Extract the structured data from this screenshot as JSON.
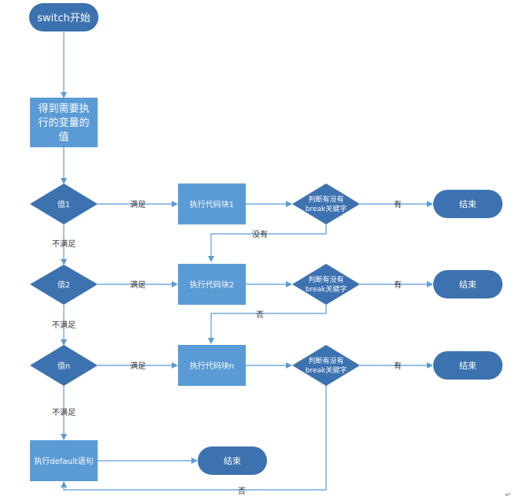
{
  "nodes": {
    "start": "switch开始",
    "get_value": [
      "得到需要执",
      "行的变量的",
      "值"
    ],
    "val1": "值1",
    "val2": "值2",
    "valn": "值n",
    "code1": "执行代码块1",
    "code2": "执行代码块2",
    "coden": "执行代码块n",
    "check1": [
      "判断有没有",
      "break关键字"
    ],
    "check2": [
      "判断有没有",
      "break关键字"
    ],
    "checkn": [
      "判断有没有",
      "break关键字"
    ],
    "end1": "结束",
    "end2": "结束",
    "endn": "结束",
    "default": "执行default语句",
    "end_default": "结束"
  },
  "edge_labels": {
    "satisfied1": "满足",
    "satisfied2": "满足",
    "satisfiedn": "满足",
    "not_satisfied1": "不满足",
    "not_satisfied2": "不满足",
    "not_satisfiedn": "不满足",
    "has1": "有",
    "has2": "有",
    "hasn": "有",
    "none1": "没有",
    "no2": "否",
    "non": "否"
  },
  "colors": {
    "box": "#5b9bd5",
    "pill": "#3d72b0",
    "arrow": "#5b9bd5"
  }
}
